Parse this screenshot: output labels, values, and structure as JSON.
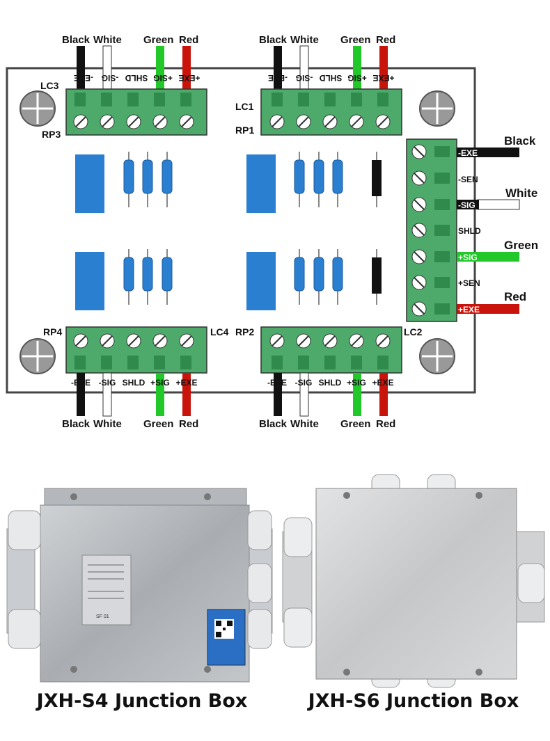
{
  "boards": {
    "lc3": "LC3",
    "lc1": "LC1",
    "lc4": "LC4",
    "lc2": "LC2",
    "rp3": "RP3",
    "rp1": "RP1",
    "rp4": "RP4",
    "rp2": "RP2"
  },
  "wire_labels": {
    "black": "Black",
    "white": "White",
    "green": "Green",
    "red": "Red"
  },
  "terminal_labels": {
    "minus_exe": "-EXE",
    "minus_sig": "-SIG",
    "shld": "SHLD",
    "plus_sig": "+SIG",
    "plus_exe": "+EXE",
    "minus_sen": "-SEN",
    "plus_sen": "+SEN"
  },
  "colors": {
    "terminal_green": "#4daa6a",
    "resistor_blue": "#2a7fd0",
    "wire_black": "#111111",
    "wire_green": "#22c82a",
    "wire_red": "#c8140a",
    "board_outline": "#444444"
  },
  "captions": {
    "left": "JXH-S4 Junction Box",
    "right": "JXH-S6 Junction Box"
  },
  "photo_label_left": "SF 01"
}
